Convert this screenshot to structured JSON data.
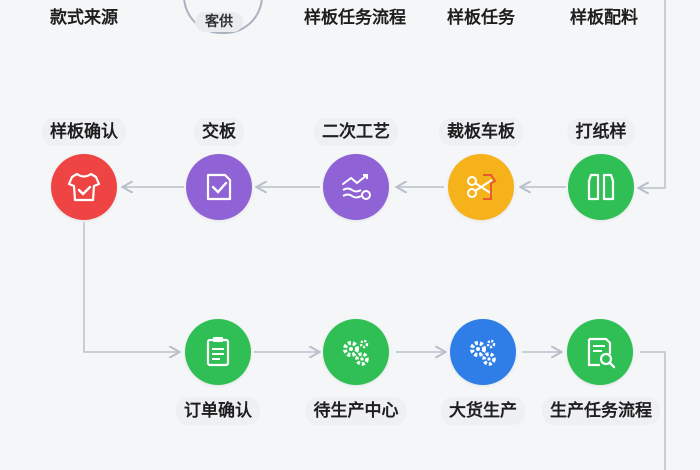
{
  "top_row": {
    "style_source": "款式来源",
    "customer_supplied": "客供",
    "sample_task_flow": "样板任务流程",
    "sample_task": "样板任务",
    "sample_material": "样板配料"
  },
  "middle_row": {
    "sample_confirm": {
      "label": "样板确认",
      "color": "#ef4444",
      "icon": "shirt-check-icon"
    },
    "submit_sample": {
      "label": "交板",
      "color": "#8f63d6",
      "icon": "check-box-icon"
    },
    "secondary_process": {
      "label": "二次工艺",
      "color": "#8f63d6",
      "icon": "process-chart-icon"
    },
    "cut_sew_sample": {
      "label": "裁板车板",
      "color": "#f5b21a",
      "icon": "scissors-icon"
    },
    "paper_pattern": {
      "label": "打纸样",
      "color": "#2fbf55",
      "icon": "pattern-icon"
    }
  },
  "bottom_row": {
    "order_confirm": {
      "label": "订单确认",
      "color": "#2fbf55",
      "icon": "clipboard-icon"
    },
    "production_center": {
      "label": "待生产中心",
      "color": "#2fbf55",
      "icon": "gears-icon"
    },
    "bulk_production": {
      "label": "大货生产",
      "color": "#2f7ee8",
      "icon": "gears-icon"
    },
    "production_task_flow": {
      "label": "生产任务流程",
      "color": "#2fbf55",
      "icon": "document-search-icon"
    }
  },
  "connector_color": "#b9c1cb"
}
